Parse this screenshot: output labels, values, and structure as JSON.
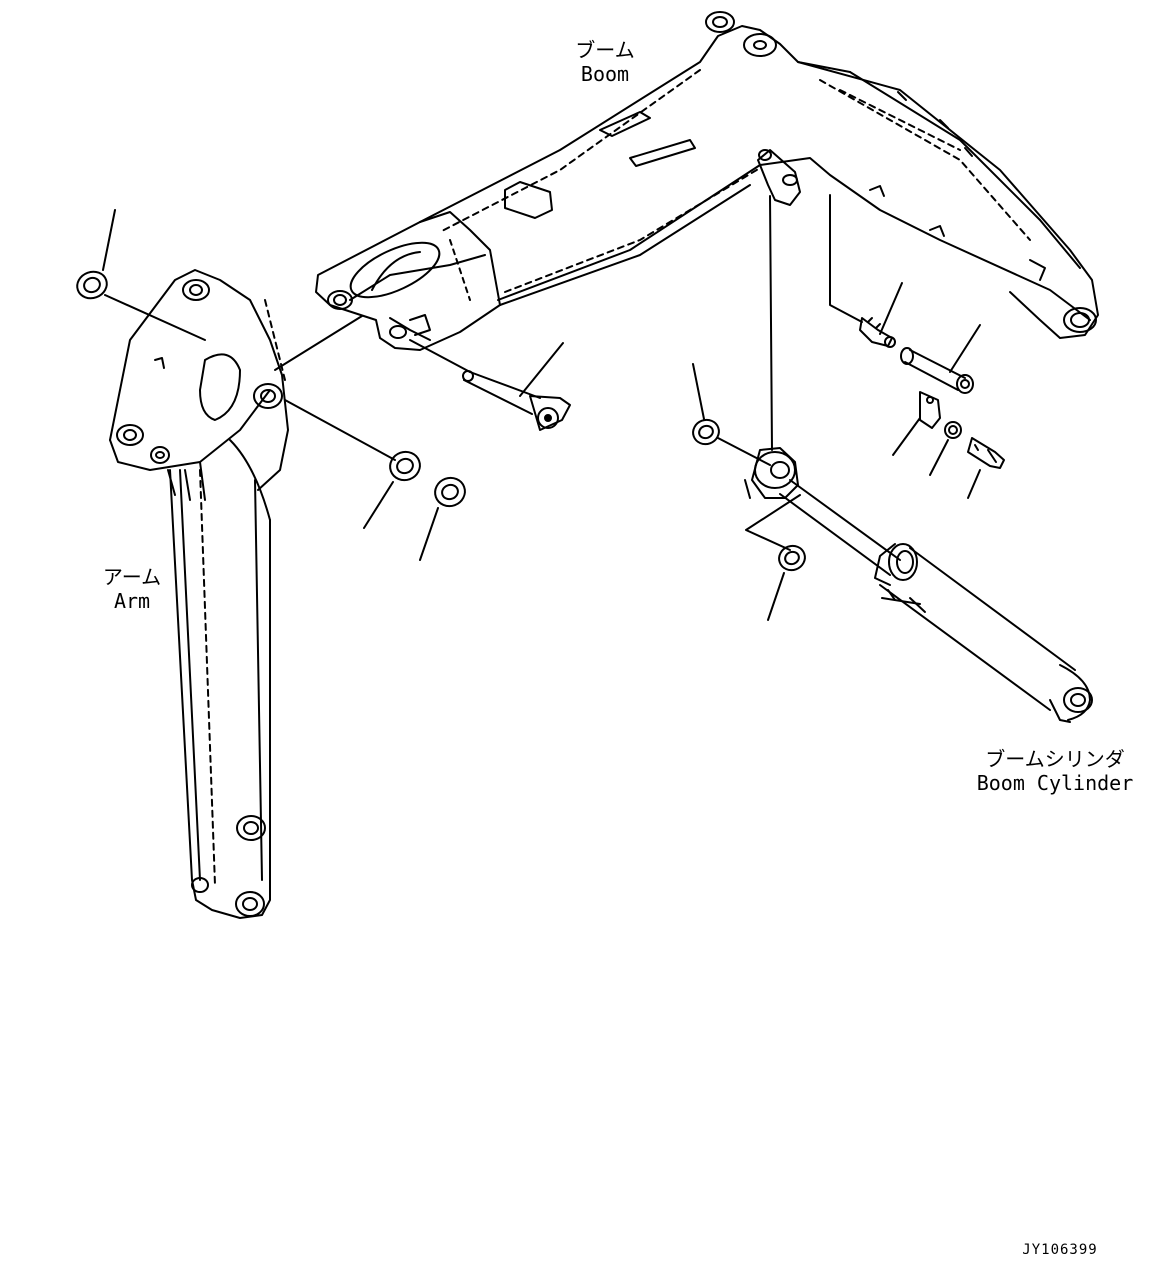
{
  "labels": {
    "boom": {
      "jp": "ブーム",
      "en": "Boom"
    },
    "arm": {
      "jp": "アーム",
      "en": "Arm"
    },
    "boom_cylinder": {
      "jp": "ブームシリンダ",
      "en": "Boom Cylinder"
    }
  },
  "drawing_code": "JY106399"
}
